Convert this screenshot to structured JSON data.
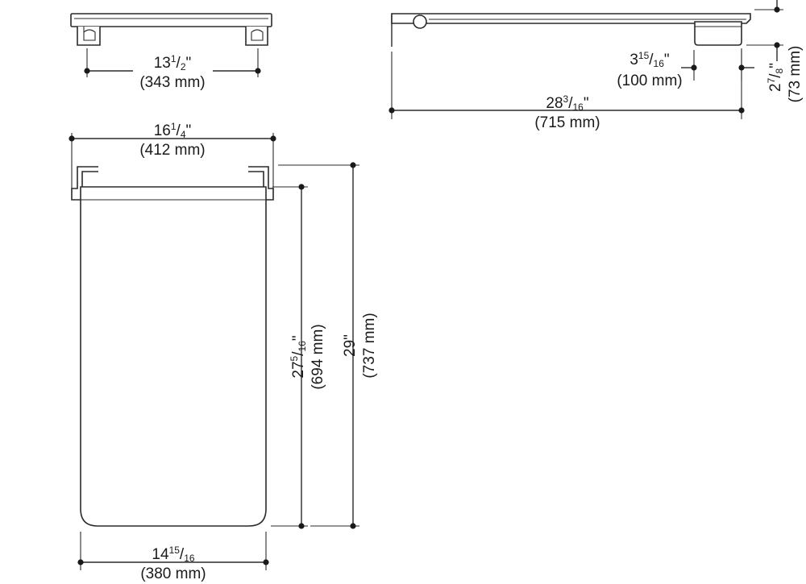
{
  "diagram": {
    "colors": {
      "line": "#2a2a2a",
      "text": "#1a1a1a",
      "background": "#ffffff"
    },
    "dimensions": {
      "top_width": {
        "whole": "13",
        "num": "1",
        "den": "2",
        "unit": "\"",
        "metric": "(343 mm)"
      },
      "overall_width": {
        "whole": "16",
        "num": "1",
        "den": "4",
        "unit": "\"",
        "metric": "(412 mm)"
      },
      "bottom_width": {
        "whole": "14",
        "num": "15",
        "den": "16",
        "unit": "",
        "metric": "(380 mm)"
      },
      "inner_length": {
        "whole": "27",
        "num": "5",
        "den": "16",
        "unit": "\"",
        "metric": "(694 mm)"
      },
      "overall_length": {
        "whole": "29",
        "unit": "\"",
        "metric": "(737 mm)"
      },
      "side_length": {
        "whole": "28",
        "num": "3",
        "den": "16",
        "unit": "\"",
        "metric": "(715 mm)"
      },
      "bracket_depth": {
        "whole": "3",
        "num": "15",
        "den": "16",
        "unit": "\"",
        "metric": "(100 mm)"
      },
      "height": {
        "whole": "2",
        "num": "7",
        "den": "8",
        "unit": "\"",
        "metric": "(73 mm)"
      }
    }
  }
}
